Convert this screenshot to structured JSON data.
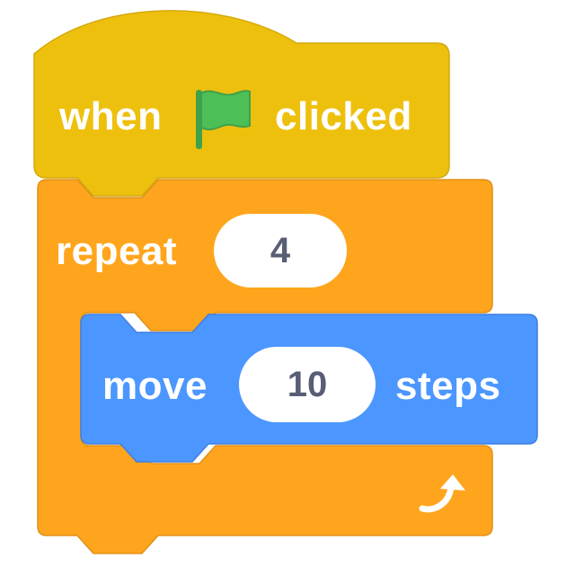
{
  "script": {
    "hat_block": {
      "label_before": "when",
      "icon": "green-flag-icon",
      "label_after": "clicked",
      "color": "#EEC00E"
    },
    "repeat_block": {
      "label": "repeat",
      "count": "4",
      "end_icon": "loop-arrow-icon",
      "color": "#FFA51D"
    },
    "move_block": {
      "label_before": "move",
      "steps": "10",
      "label_after": "steps",
      "color": "#4C97FF"
    },
    "flag_color": "#4CBF56",
    "input_text_color": "#575E75"
  }
}
